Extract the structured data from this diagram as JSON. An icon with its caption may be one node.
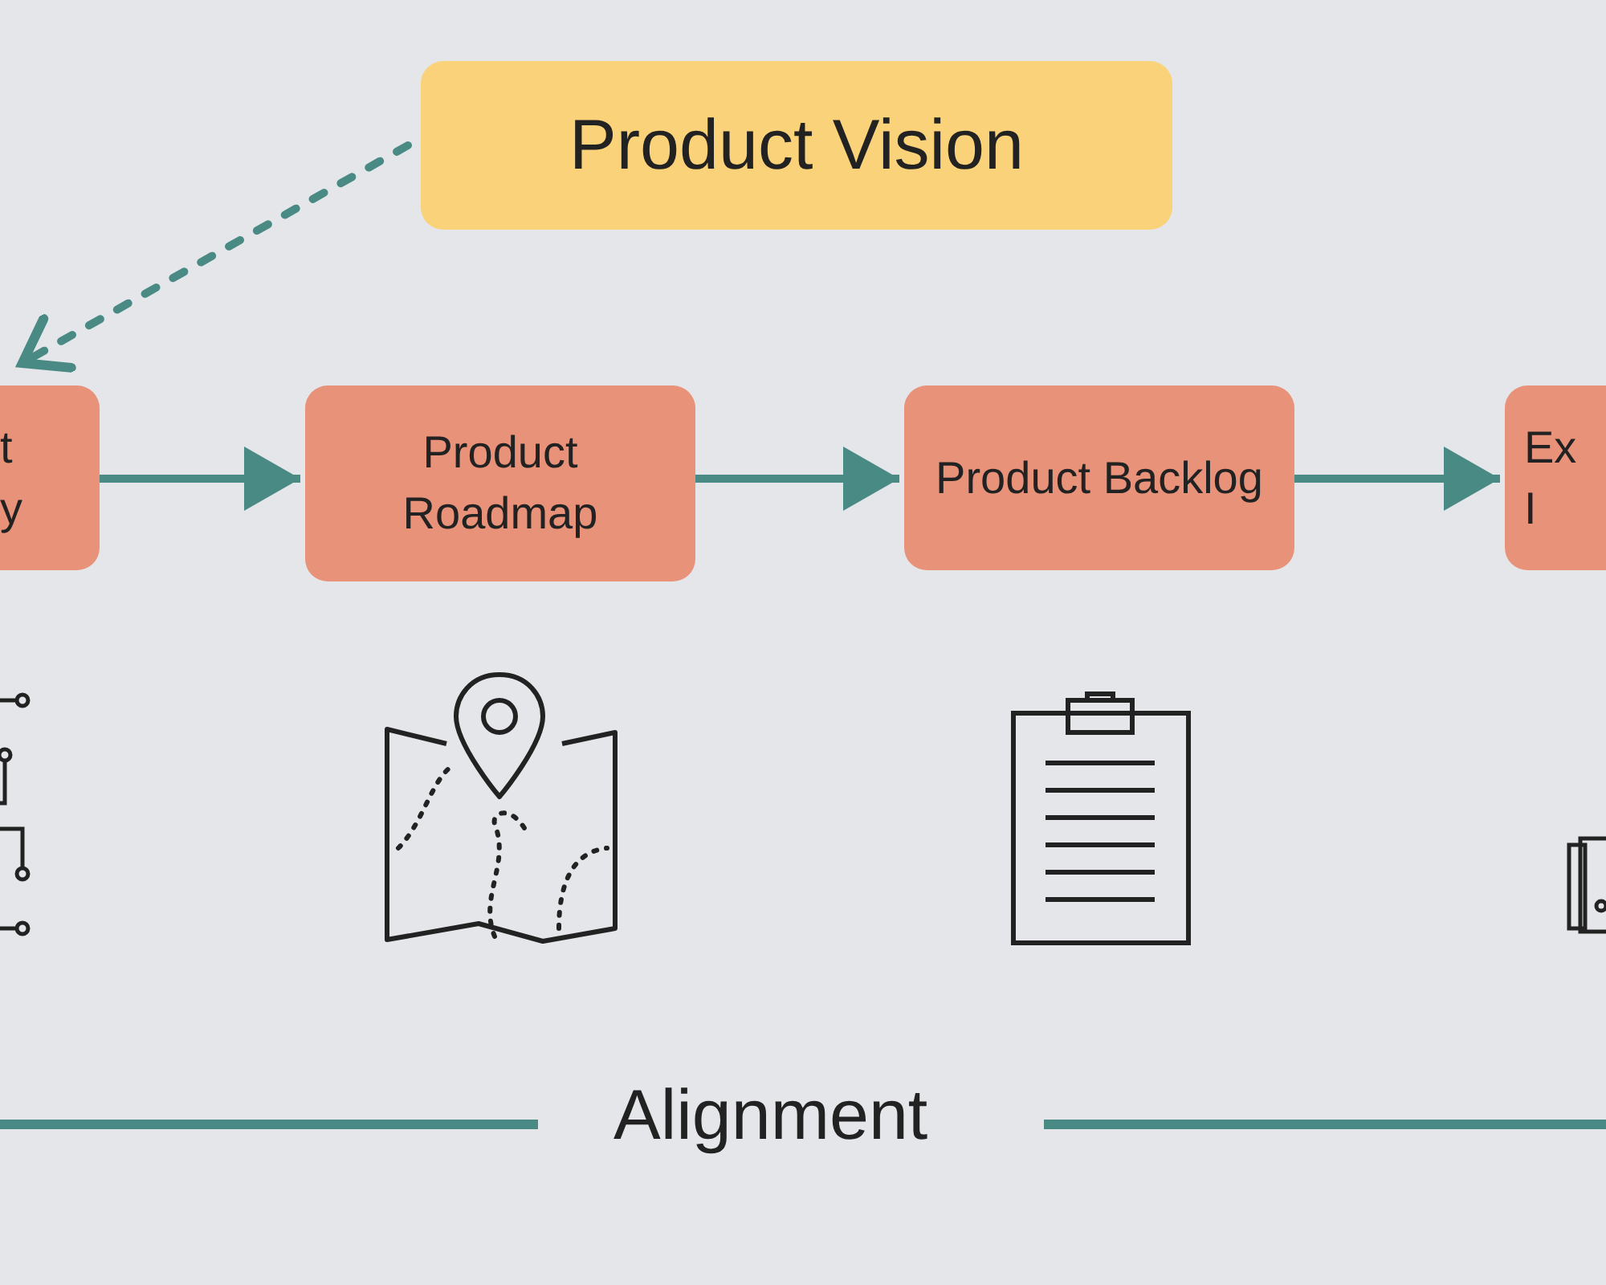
{
  "diagram": {
    "nodes": [
      {
        "text": [
          "Product Vision"
        ]
      },
      {
        "text": [
          "t y"
        ]
      },
      {
        "text": [
          "Product Roadmap"
        ]
      },
      {
        "text": [
          "Product Backlog"
        ]
      },
      {
        "text": [
          "Ex I"
        ]
      }
    ],
    "edges": [
      {
        "from": 0,
        "to": 1,
        "arrow": "to",
        "style": "dashed"
      },
      {
        "from": 1,
        "to": 2,
        "arrow": "to"
      },
      {
        "from": 2,
        "to": 3,
        "arrow": "to"
      },
      {
        "from": 3,
        "to": 4,
        "arrow": "to"
      }
    ],
    "labels": [
      "Alignment"
    ]
  }
}
